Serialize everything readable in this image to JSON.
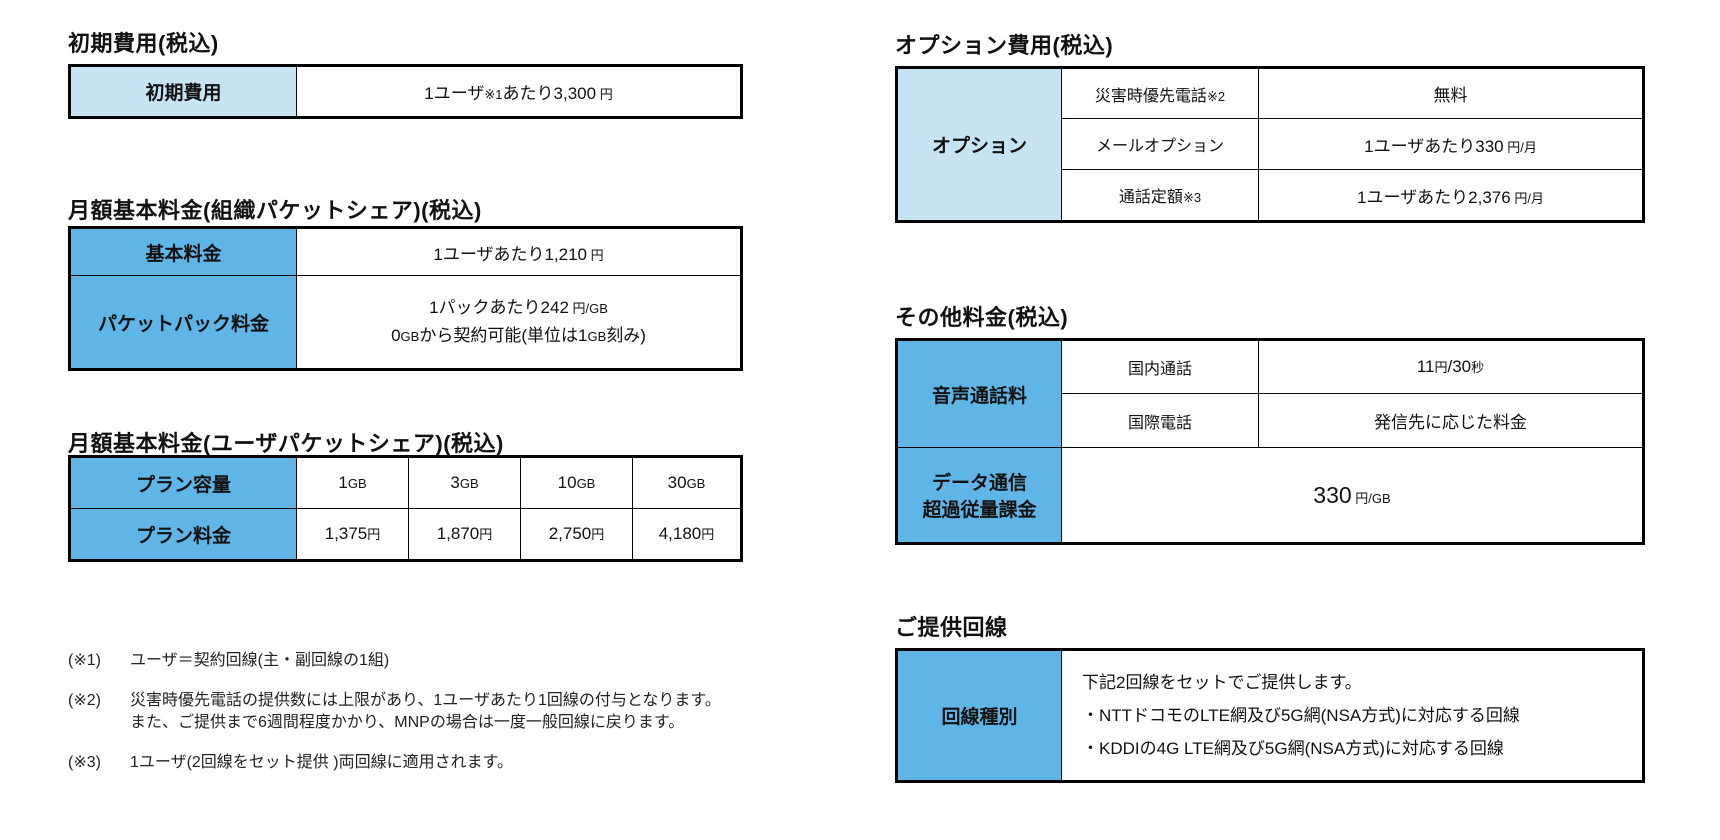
{
  "colors": {
    "light_blue": "#c6e4f4",
    "mid_blue": "#5fb6e6",
    "border": "#000000",
    "background": "#ffffff"
  },
  "left": {
    "s1": {
      "title": "初期費用(税込)",
      "header": "初期費用",
      "value": [
        {
          "t": "1ユーザ"
        },
        {
          "t": "※1",
          "sm": true
        },
        {
          "t": "あたり3,300"
        },
        {
          "t": " 円",
          "sm": true
        }
      ]
    },
    "s2": {
      "title": "月額基本料金(組織パケットシェア)(税込)",
      "row1_header": "基本料金",
      "row1_value": [
        {
          "t": "1ユーザあたり1,210"
        },
        {
          "t": " 円",
          "sm": true
        }
      ],
      "row2_header": "パケットパック料金",
      "row2_line1": [
        {
          "t": "1パックあたり242"
        },
        {
          "t": " 円/GB",
          "sm": true
        }
      ],
      "row2_line2": [
        {
          "t": "0"
        },
        {
          "t": "GB",
          "sm": true
        },
        {
          "t": "から契約可能(単位は1"
        },
        {
          "t": "GB",
          "sm": true
        },
        {
          "t": "刻み)"
        }
      ]
    },
    "s3": {
      "title": "月額基本料金(ユーザパケットシェア)(税込)",
      "row1_header": "プラン容量",
      "caps": [
        [
          {
            "t": "1"
          },
          {
            "t": "GB",
            "sm": true
          }
        ],
        [
          {
            "t": "3"
          },
          {
            "t": "GB",
            "sm": true
          }
        ],
        [
          {
            "t": "10"
          },
          {
            "t": "GB",
            "sm": true
          }
        ],
        [
          {
            "t": "30"
          },
          {
            "t": "GB",
            "sm": true
          }
        ]
      ],
      "row2_header": "プラン料金",
      "prices": [
        [
          {
            "t": "1,375"
          },
          {
            "t": "円",
            "sm": true
          }
        ],
        [
          {
            "t": "1,870"
          },
          {
            "t": "円",
            "sm": true
          }
        ],
        [
          {
            "t": "2,750"
          },
          {
            "t": "円",
            "sm": true
          }
        ],
        [
          {
            "t": "4,180"
          },
          {
            "t": "円",
            "sm": true
          }
        ]
      ]
    },
    "notes": [
      {
        "no": "(※1)",
        "text": "ユーザ＝契約回線(主・副回線の1組)"
      },
      {
        "no": "(※2)",
        "text": "災害時優先電話の提供数には上限があり、1ユーザあたり1回線の付与となります。\nまた、ご提供まで6週間程度かかり、MNPの場合は一度一般回線に戻ります。"
      },
      {
        "no": "(※3)",
        "text": "1ユーザ(2回線をセット提供 )両回線に適用されます。"
      }
    ]
  },
  "right": {
    "s1": {
      "title": "オプション費用(税込)",
      "group": "オプション",
      "row1_label": [
        {
          "t": "災害時優先電話"
        },
        {
          "t": "※2",
          "sm": true
        }
      ],
      "row1_value": [
        {
          "t": "無料"
        }
      ],
      "row2_label": [
        {
          "t": "メールオプション"
        }
      ],
      "row2_value": [
        {
          "t": "1ユーザあたり330"
        },
        {
          "t": " 円/月",
          "sm": true
        }
      ],
      "row3_label": [
        {
          "t": "通話定額"
        },
        {
          "t": "※3",
          "sm": true
        }
      ],
      "row3_value": [
        {
          "t": "1ユーザあたり2,376"
        },
        {
          "t": " 円/月",
          "sm": true
        }
      ]
    },
    "s2": {
      "title": "その他料金(税込)",
      "group1": "音声通話料",
      "row1_label": "国内通話",
      "row1_value": [
        {
          "t": "11"
        },
        {
          "t": "円",
          "sm": true
        },
        {
          "t": "/30"
        },
        {
          "t": "秒",
          "sm": true
        }
      ],
      "row2_label": "国際電話",
      "row2_value": [
        {
          "t": "発信先に応じた料金"
        }
      ],
      "group2": "データ通信\n超過従量課金",
      "group2_value": [
        {
          "t": "330",
          "big": true
        },
        {
          "t": " 円/GB",
          "sm": true
        }
      ]
    },
    "s3": {
      "title": "ご提供回線",
      "header": "回線種別",
      "value": "下記2回線をセットでご提供します。\n・NTTドコモのLTE網及び5G網(NSA方式)に対応する回線\n・KDDIの4G LTE網及び5G網(NSA方式)に対応する回線"
    }
  }
}
